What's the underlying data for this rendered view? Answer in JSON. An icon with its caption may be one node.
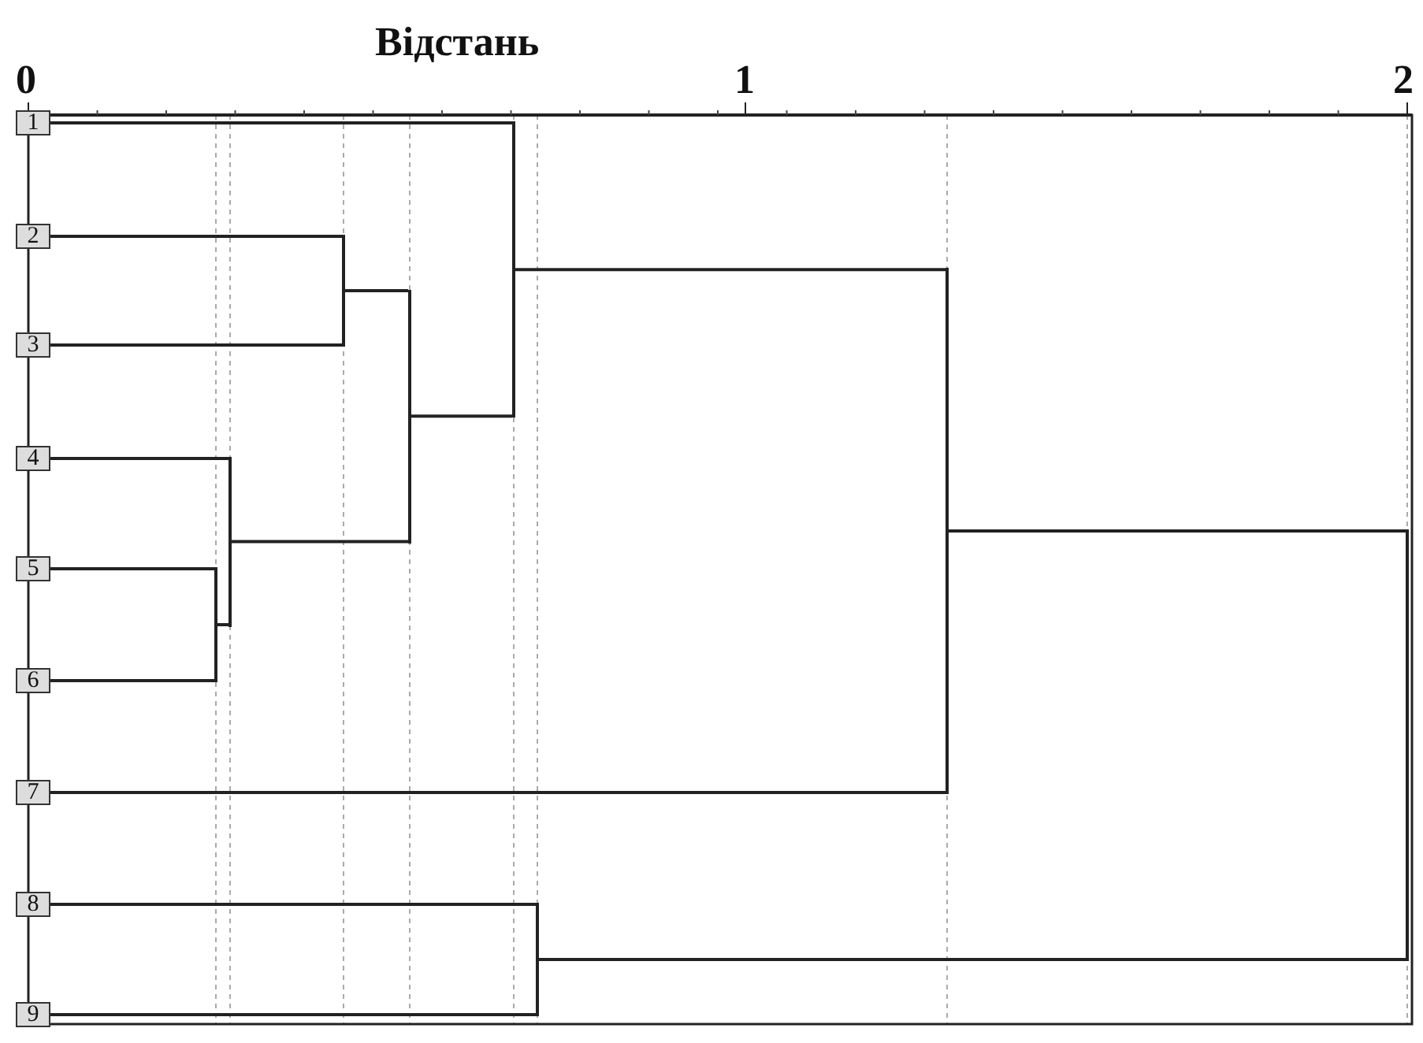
{
  "diagram": {
    "nodes": [
      {
        "text": [
          "1"
        ]
      },
      {
        "text": [
          "2"
        ]
      },
      {
        "text": [
          "3"
        ]
      },
      {
        "text": [
          "4"
        ]
      },
      {
        "text": [
          "5"
        ]
      },
      {
        "text": [
          "6"
        ]
      },
      {
        "text": [
          "7"
        ]
      },
      {
        "text": [
          "8"
        ]
      },
      {
        "text": [
          "9"
        ]
      },
      {
        "text": [],
        "shape": "bar"
      },
      {
        "text": [],
        "shape": "bar"
      },
      {
        "text": [],
        "shape": "bar"
      },
      {
        "text": [],
        "shape": "bar"
      },
      {
        "text": [],
        "shape": "bar"
      },
      {
        "text": [],
        "shape": "bar"
      },
      {
        "text": [],
        "shape": "bar"
      },
      {
        "text": [],
        "shape": "bar"
      }
    ],
    "edges": [
      {
        "from": 1,
        "to": 9,
        "arrow": "none"
      },
      {
        "from": 2,
        "to": 9,
        "arrow": "none"
      },
      {
        "from": 4,
        "to": 10,
        "arrow": "none"
      },
      {
        "from": 5,
        "to": 10,
        "arrow": "none"
      },
      {
        "from": 3,
        "to": 11,
        "arrow": "none"
      },
      {
        "from": 10,
        "to": 11,
        "arrow": "none"
      },
      {
        "from": 9,
        "to": 12,
        "arrow": "none"
      },
      {
        "from": 11,
        "to": 12,
        "arrow": "none"
      },
      {
        "from": 0,
        "to": 13,
        "arrow": "none"
      },
      {
        "from": 12,
        "to": 13,
        "arrow": "none"
      },
      {
        "from": 13,
        "to": 14,
        "arrow": "none"
      },
      {
        "from": 6,
        "to": 14,
        "arrow": "none"
      },
      {
        "from": 7,
        "to": 15,
        "arrow": "none"
      },
      {
        "from": 8,
        "to": 15,
        "arrow": "none"
      },
      {
        "from": 14,
        "to": 16,
        "arrow": "none"
      },
      {
        "from": 15,
        "to": 16,
        "arrow": "none"
      }
    ],
    "labels": [
      "Відстань",
      "0",
      "1",
      "2"
    ]
  }
}
